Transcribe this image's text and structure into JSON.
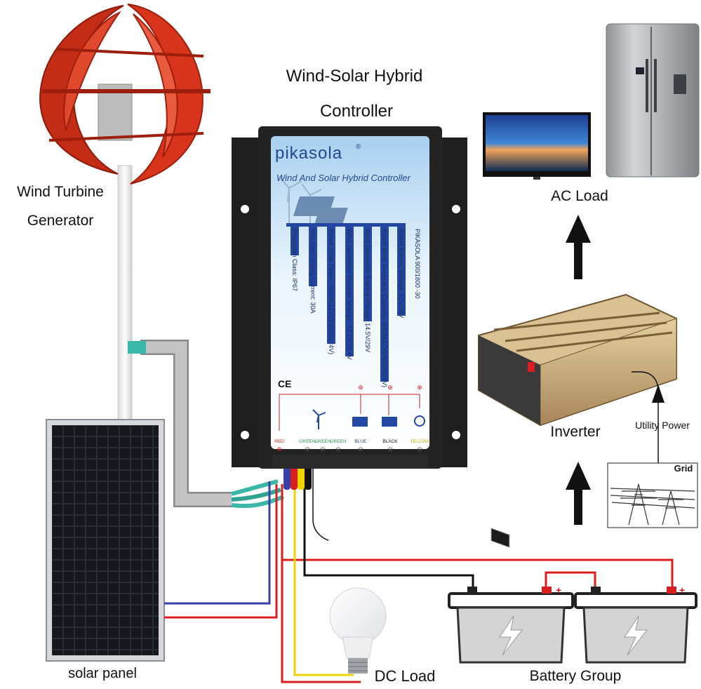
{
  "diagram": {
    "controller_title_line1": "Wind-Solar Hybrid",
    "controller_title_line2": "Controller",
    "wind_label_line1": "Wind Turbine",
    "wind_label_line2": "Generator",
    "solar_label": "solar panel",
    "dc_load_label": "DC Load",
    "battery_label": "Battery Group",
    "inverter_label": "Inverter",
    "ac_load_label": "AC Load",
    "utility_label": "Utility Power",
    "grid_label": "Grid"
  },
  "controller_panel": {
    "brand": "pikasola",
    "brand_mark": "®",
    "subtitle": "Wind And Solar Hybrid Controller",
    "spec_lines": [
      "PIKASOLA 900/1800 -30",
      "Rated Battery Voltage: 12V/24V",
      "Rated Wind Generator Capacity: 400W(12V)/800W(24V)",
      "Wind Generator Braking Voltage: 14.5V/29V",
      "Wind Generator Recover Voltage: 13.2V/26.4V",
      "Rated Solar Power: 500W(12V)/1000W(24V)",
      "Max Discharging Current: 30A",
      "Protection Class: IP67"
    ],
    "ce_mark": "CE",
    "terminal_labels": [
      "RED",
      "GREEN",
      "GREEN",
      "GREEN",
      "BLUE",
      "BLACK",
      "YELLOW"
    ],
    "plus": "⊕",
    "minus": "⊖"
  },
  "battery": {
    "plus_sign": "+"
  },
  "colors": {
    "turbine_red": "#d8341b",
    "panel_cell": "#1d1f26",
    "wire_red": "#d81e1e",
    "wire_blue": "#3a3fa8",
    "wire_yellow": "#f0d400",
    "wire_black": "#111111",
    "cable_grey": "#bdbdbd",
    "cable_teal": "#3cb8a8",
    "controller_face": "#d9ecfa",
    "inverter_gold": "#c9a877"
  }
}
